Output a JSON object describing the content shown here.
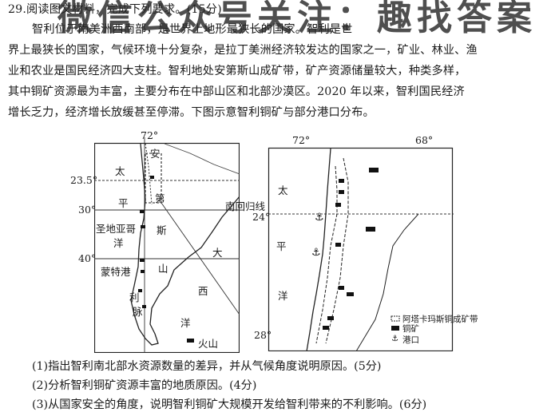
{
  "question": {
    "line1": "29.阅读图文材料，完成下列要求。(15分)",
    "line2": "智利位于南美洲西南部，是世界上地形最狭长的国家。智利是世",
    "line3": "界上最狭长的国家，气候环境十分复杂，是拉丁美洲经济较发达的国家之一，矿业、林业、渔",
    "line4": "业和农业是国民经济四大支柱。智利地处安第斯山成矿带，矿产资源储量较大，种类多样，",
    "line5": "其中铜矿资源最为丰富，主要分布在中部山区和北部沙漠区。2020 年以来，智利国民经济",
    "line6": "增长乏力，经济增长放缓甚至停滞。下图示意智利铜矿与部分港口分布。"
  },
  "watermark": "微信公众号关注：趣找答案",
  "map_left": {
    "lon_label": "72°",
    "lat_labels": [
      "23.5°",
      "30°",
      "40°"
    ],
    "labels": {
      "tai": "太",
      "ping": "平",
      "yang": "洋",
      "an": "安",
      "di": "第",
      "si": "斯",
      "shan": "山",
      "li": "利",
      "mai": "脉",
      "da": "大",
      "xi": "西",
      "yang2": "洋",
      "santiago": "圣地亚哥",
      "montt": "蒙特港"
    },
    "legend": "火山"
  },
  "map_right": {
    "lon_labels": [
      "72°",
      "68°"
    ],
    "lat_labels": [
      "24°",
      "28°"
    ],
    "tropic_label": "南回归线",
    "labels": {
      "tai": "太",
      "ping": "平",
      "yang": "洋"
    },
    "legend": {
      "belt": "阿塔卡玛斯铜成矿带",
      "copper": "铜矿",
      "port": "港口"
    }
  },
  "subquestions": [
    "(1)指出智利南北部水资源数量的差异，并从气候角度说明原因。(5分)",
    "(2)分析智利铜矿资源丰富的地质原因。(4分)",
    "(3)从国家安全的角度，说明智利铜矿大规模开发给智利带来的不利影响。(6分)"
  ]
}
